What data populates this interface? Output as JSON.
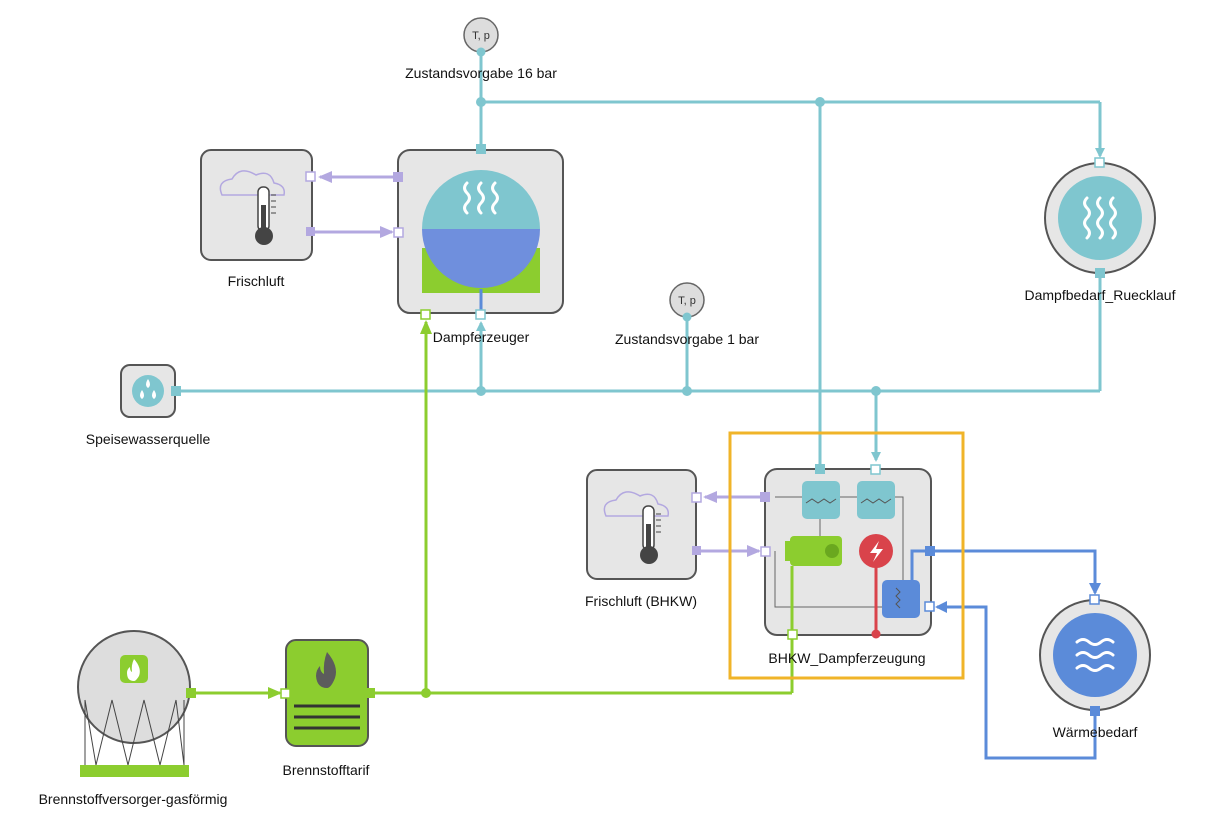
{
  "sensors": {
    "top": {
      "text": "T, p",
      "label": "Zustandsvorgabe 16 bar"
    },
    "mid": {
      "text": "T, p",
      "label": "Zustandsvorgabe 1 bar"
    }
  },
  "components": {
    "frischluft": "Frischluft",
    "dampferzeuger": "Dampferzeuger",
    "dampfbedarf": "Dampfbedarf_Ruecklauf",
    "speisewasser": "Speisewasserquelle",
    "frischluft_bhkw": "Frischluft (BHKW)",
    "bhkw": "BHKW_Dampferzeugung",
    "waermebedarf": "Wärmebedarf",
    "brennstofftarif": "Brennstofftarif",
    "versorger": "Brennstoffversorger-gasförmig"
  },
  "colors": {
    "steam": "#7fc6cf",
    "heat": "#5b8bd9",
    "fuel": "#8ccd2f",
    "air": "#b3a8e0",
    "power": "#d9434b",
    "highlight": "#f0b429",
    "box_fill": "#e6e6e6",
    "box_stroke": "#555555"
  },
  "icons": [
    "thermometer-cloud-icon",
    "steam-boiler-icon",
    "steam-waves-icon",
    "water-drops-icon",
    "chp-engine-icon",
    "lightning-icon",
    "heat-exchanger-icon",
    "heat-waves-icon",
    "flame-icon",
    "gas-tank-icon"
  ]
}
